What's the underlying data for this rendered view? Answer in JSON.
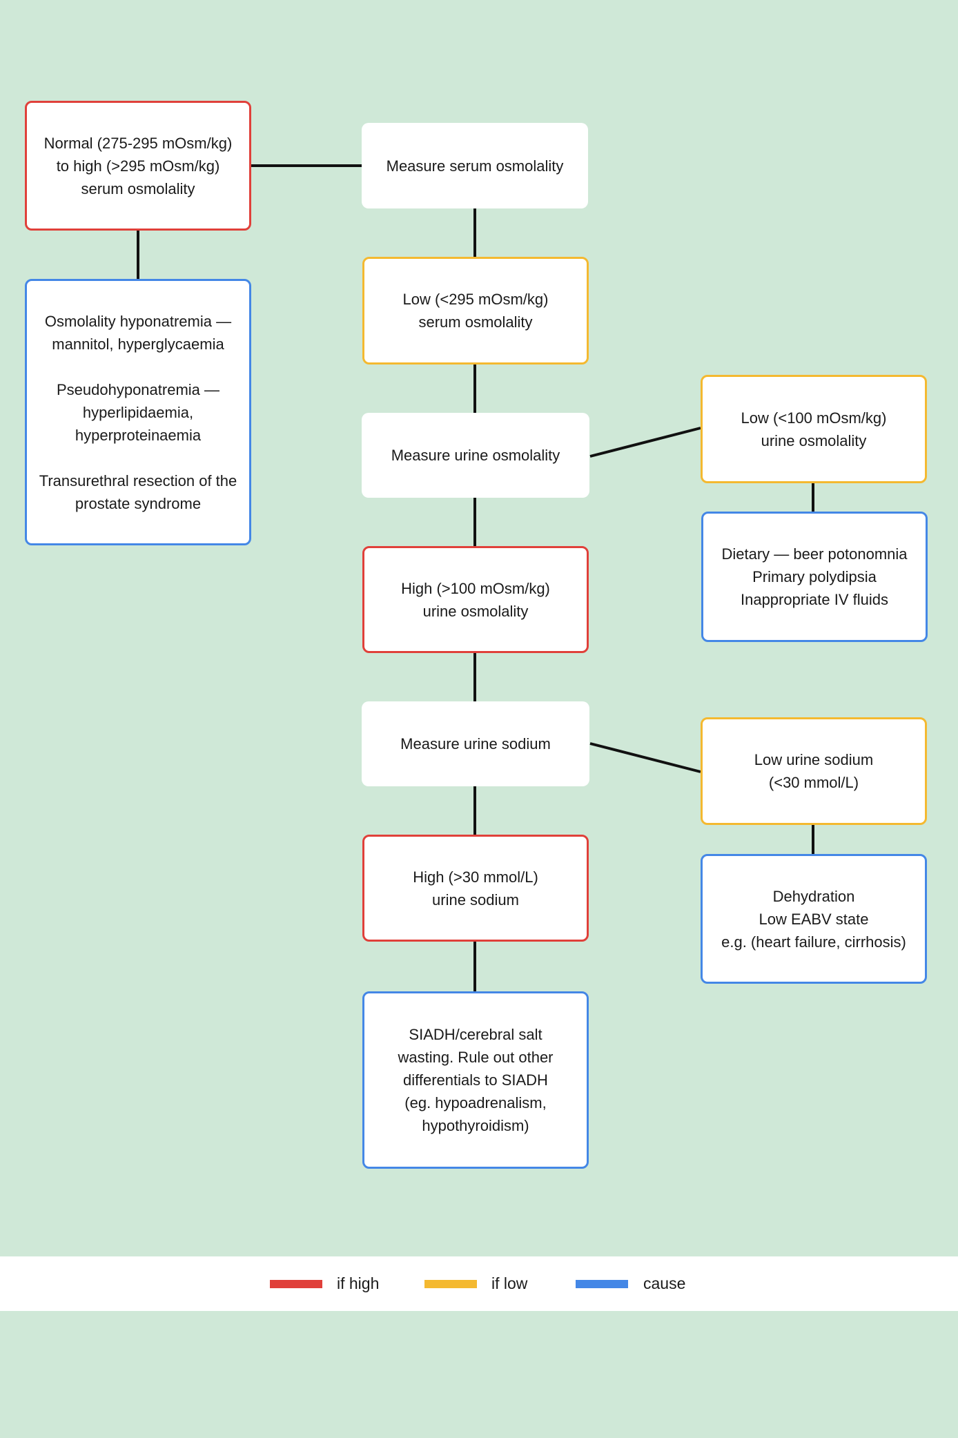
{
  "colors": {
    "background": "#cfe8d7",
    "if_high": "#e0403a",
    "if_low": "#f4b930",
    "cause": "#4487e6",
    "connector": "#111111"
  },
  "nodes": {
    "normal_high_serum": [
      "Normal (275-295 mOsm/kg)",
      "to high (>295 mOsm/kg)",
      "serum osmolality"
    ],
    "measure_serum": [
      "Measure serum osmolality"
    ],
    "osmolality_causes": [
      "Osmolality hyponatremia —",
      "mannitol, hyperglycaemia",
      "",
      "Pseudohyponatremia —",
      "hyperlipidaemia,",
      "hyperproteinaemia",
      "",
      "Transurethral resection of the",
      "prostate syndrome"
    ],
    "low_serum": [
      "Low (<295 mOsm/kg)",
      "serum osmolality"
    ],
    "measure_urine_osm": [
      "Measure urine osmolality"
    ],
    "low_urine_osm": [
      "Low (<100 mOsm/kg)",
      "urine osmolality"
    ],
    "low_urine_osm_causes": [
      "Dietary — beer potonomnia",
      "Primary polydipsia",
      "Inappropriate IV fluids"
    ],
    "high_urine_osm": [
      "High (>100 mOsm/kg)",
      "urine osmolality"
    ],
    "measure_urine_na": [
      "Measure urine sodium"
    ],
    "low_urine_na": [
      "Low urine sodium",
      "(<30 mmol/L)"
    ],
    "high_urine_na": [
      "High (>30 mmol/L)",
      "urine sodium"
    ],
    "low_urine_na_causes": [
      "Dehydration",
      "Low EABV state",
      "e.g. (heart failure, cirrhosis)"
    ],
    "siadh": [
      "SIADH/cerebral salt",
      "wasting. Rule out other",
      "differentials to SIADH",
      "(eg. hypoadrenalism,",
      "hypothyroidism)"
    ]
  },
  "legend": {
    "high_label": "if high",
    "low_label": "if low",
    "cause_label": "cause"
  }
}
